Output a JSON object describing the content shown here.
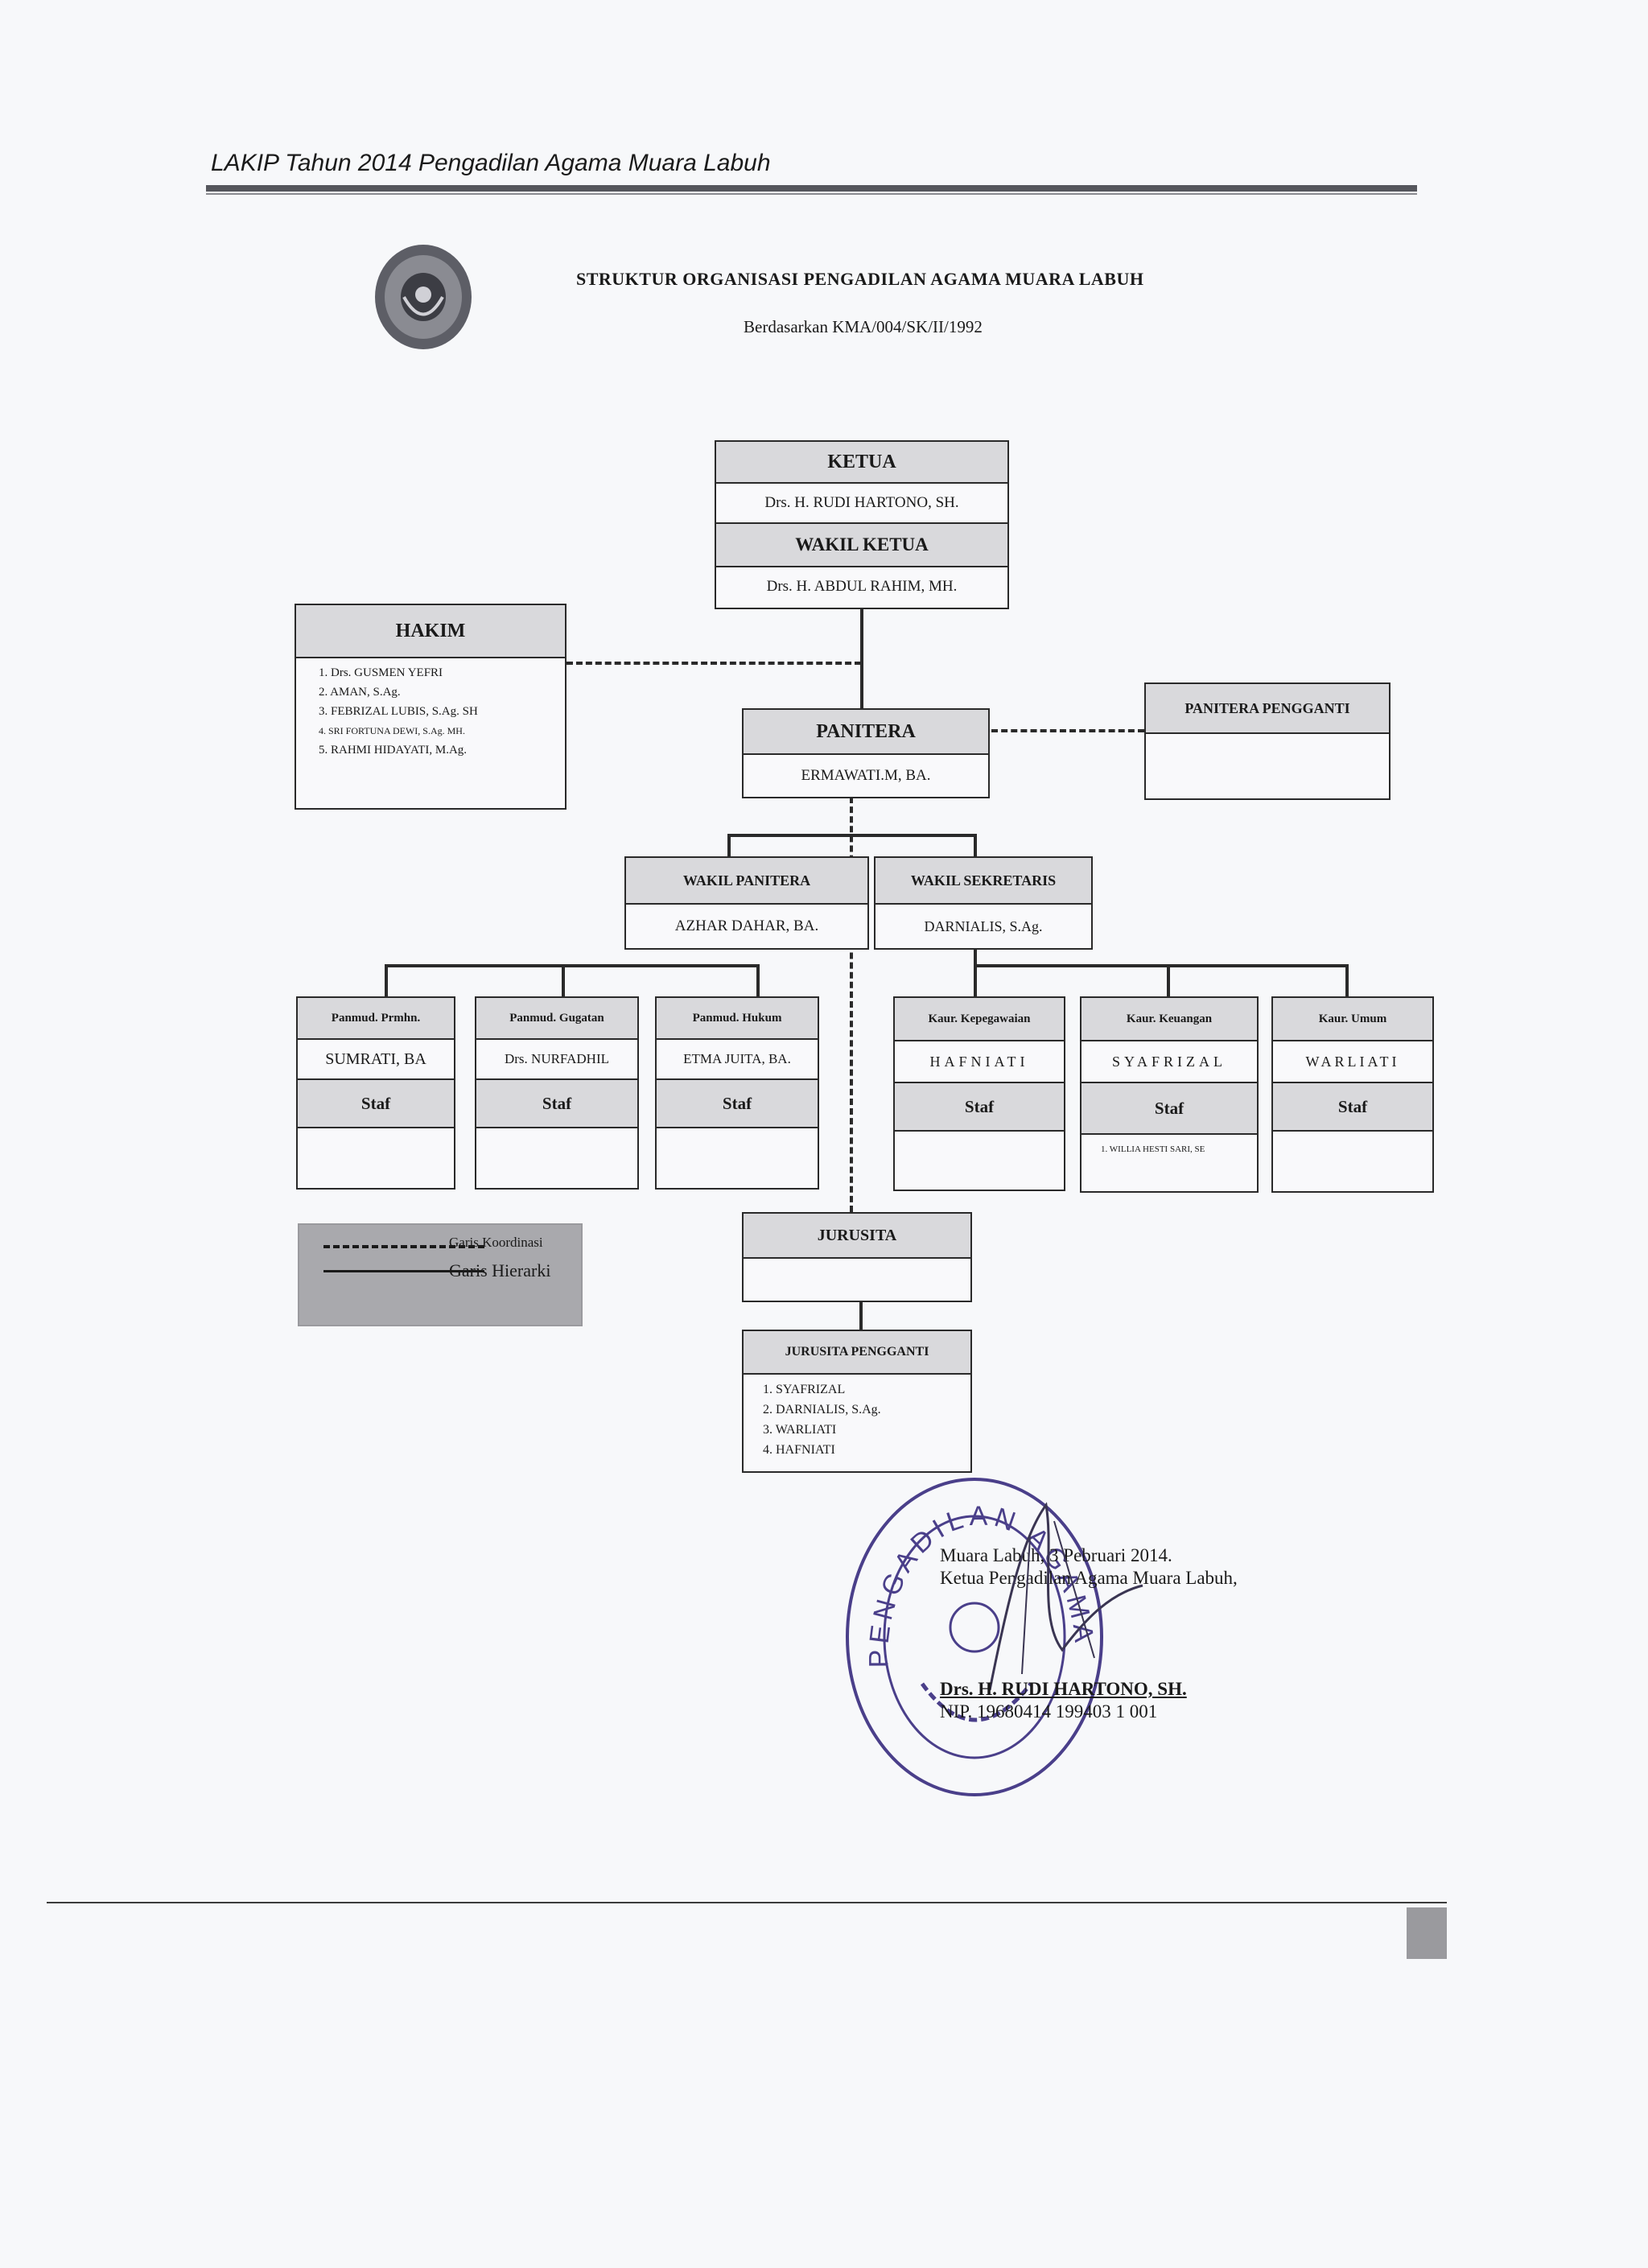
{
  "header": {
    "title": "LAKIP Tahun 2014 Pengadilan Agama Muara Labuh"
  },
  "document": {
    "title": "STRUKTUR ORGANISASI PENGADILAN AGAMA MUARA LABUH",
    "subtitle": "Berdasarkan KMA/004/SK/II/1992"
  },
  "org": {
    "ketua": {
      "title": "KETUA",
      "name": "Drs. H. RUDI HARTONO, SH."
    },
    "wakil_ketua": {
      "title": "WAKIL KETUA",
      "name": "Drs. H. ABDUL RAHIM, MH."
    },
    "hakim": {
      "title": "HAKIM",
      "members": [
        "1. Drs. GUSMEN YEFRI",
        "2. AMAN, S.Ag.",
        "3. FEBRIZAL LUBIS, S.Ag. SH",
        "4. SRI FORTUNA DEWI, S.Ag. MH.",
        "5. RAHMI HIDAYATI, M.Ag."
      ]
    },
    "panitera": {
      "title": "PANITERA",
      "name": "ERMAWATI.M, BA."
    },
    "panitera_pengganti": {
      "title": "PANITERA PENGGANTI",
      "name": ""
    },
    "wakil_panitera": {
      "title": "WAKIL PANITERA",
      "name": "AZHAR DAHAR, BA."
    },
    "wakil_sekretaris": {
      "title": "WAKIL SEKRETARIS",
      "name": "DARNIALIS, S.Ag."
    },
    "units": [
      {
        "title": "Panmud. Prmhn.",
        "name": "SUMRATI, BA",
        "staf_label": "Staf",
        "staf": ""
      },
      {
        "title": "Panmud. Gugatan",
        "name": "Drs. NURFADHIL",
        "staf_label": "Staf",
        "staf": ""
      },
      {
        "title": "Panmud. Hukum",
        "name": "ETMA JUITA, BA.",
        "staf_label": "Staf",
        "staf": ""
      },
      {
        "title": "Kaur. Kepegawaian",
        "name": "HAFNIATI",
        "staf_label": "Staf",
        "staf": ""
      },
      {
        "title": "Kaur. Keuangan",
        "name": "SYAFRIZAL",
        "staf_label": "Staf",
        "staf": "1.   WILLIA HESTI SARI, SE"
      },
      {
        "title": "Kaur. Umum",
        "name": "WARLIATI",
        "staf_label": "Staf",
        "staf": ""
      }
    ],
    "jurusita": {
      "title": "JURUSITA",
      "name": ""
    },
    "jurusita_pengganti": {
      "title": "JURUSITA PENGGANTI",
      "members": [
        "1.    SYAFRIZAL",
        "2.    DARNIALIS, S.Ag.",
        "3.    WARLIATI",
        "4.    HAFNIATI"
      ]
    }
  },
  "legend": {
    "koordinasi": "Garis Koordinasi",
    "hierarki": "Garis Hierarki"
  },
  "signature": {
    "place_date": "Muara Labuh, 3 Pebruari 2014.",
    "position": "Ketua Pengadilan Agama Muara Labuh,",
    "name": "Drs. H. RUDI HARTONO, SH.",
    "nip": "NIP. 19680414 199403 1 001"
  },
  "stamp": {
    "text": "PENGADILAN AGAMA MUARA LABUH"
  },
  "colors": {
    "line": "#2a2a2a",
    "header_fill": "#d9d9dc",
    "legend_fill": "#a9a9ad",
    "stamp": "#4a3f8a"
  }
}
